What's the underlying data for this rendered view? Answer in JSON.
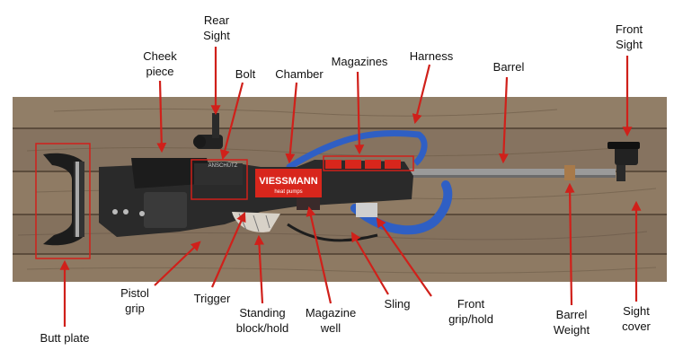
{
  "colors": {
    "arrow": "#d0201a",
    "wood": "#8d7a63",
    "wood_dark": "#6e5d4a",
    "stock": "#2a2a2a",
    "sling": "#2f5fc4",
    "banner": "#d8261c",
    "barrel": "#9a9a9a"
  },
  "banner": {
    "brand": "VIESSMANN",
    "subtitle": "heat pumps"
  },
  "stock_text": "ANSCHÜTZ",
  "labels": [
    {
      "id": "rear-sight",
      "text": "Rear\nSight"
    },
    {
      "id": "cheek-piece",
      "text": "Cheek\npiece"
    },
    {
      "id": "bolt",
      "text": "Bolt"
    },
    {
      "id": "chamber",
      "text": "Chamber"
    },
    {
      "id": "magazines",
      "text": "Magazines"
    },
    {
      "id": "harness",
      "text": "Harness"
    },
    {
      "id": "barrel",
      "text": "Barrel"
    },
    {
      "id": "front-sight",
      "text": "Front\nSight"
    },
    {
      "id": "butt-plate",
      "text": "Butt plate"
    },
    {
      "id": "pistol-grip",
      "text": "Pistol\ngrip"
    },
    {
      "id": "trigger",
      "text": "Trigger"
    },
    {
      "id": "standing-block",
      "text": "Standing\nblock/hold"
    },
    {
      "id": "magazine-well",
      "text": "Magazine\nwell"
    },
    {
      "id": "sling",
      "text": "Sling"
    },
    {
      "id": "front-grip",
      "text": "Front\ngrip/hold"
    },
    {
      "id": "barrel-weight",
      "text": "Barrel\nWeight"
    },
    {
      "id": "sight-cover",
      "text": "Sight\ncover"
    }
  ]
}
